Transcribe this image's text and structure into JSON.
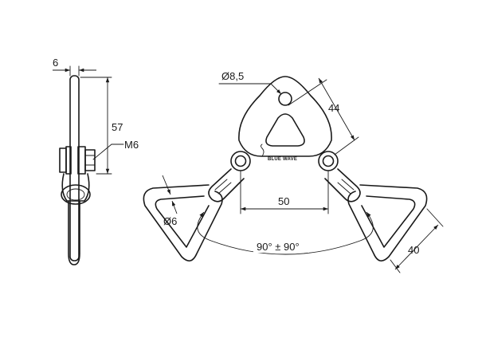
{
  "dimensions": {
    "side_thickness": "6",
    "side_height": "57",
    "bolt": "M6",
    "hole_diameter": "Ø8,5",
    "top_to_pivot": "44",
    "pivot_spacing": "50",
    "grip_bar_diameter": "Ø6",
    "swing_angle": "90° ± 90°",
    "handle_width": "40"
  },
  "brand_mark": "BLUE WAVE"
}
